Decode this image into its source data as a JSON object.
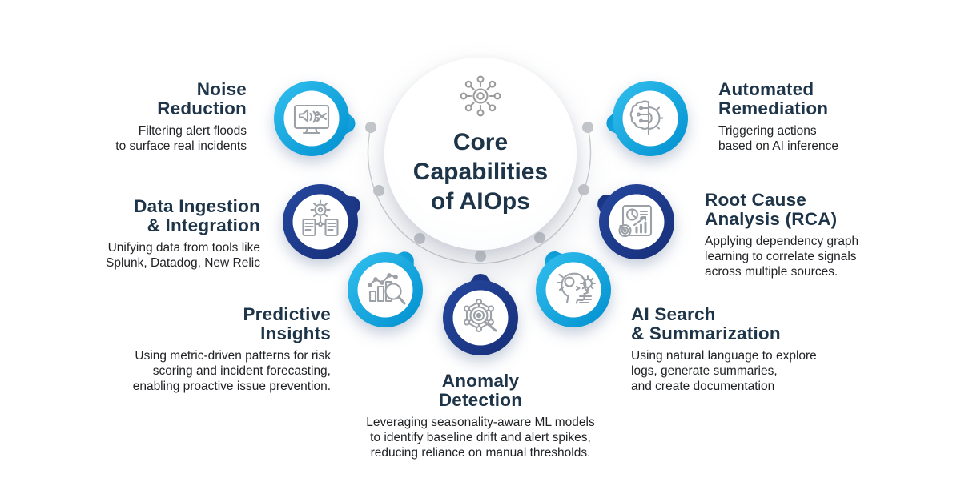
{
  "center": {
    "title": "Core\nCapabilities\nof AIOps",
    "icon": "network-hub-icon"
  },
  "colors": {
    "heading": "#1e3448",
    "body_text": "#1f2124",
    "cyan_light": "#33bfee",
    "cyan_dark": "#0090cf",
    "navy_light": "#26489f",
    "navy_dark": "#162e78",
    "icon_gray": "#9ba1a7",
    "arc_gray": "#cbcdd0",
    "dot_gray": "#c4c7ca"
  },
  "items": [
    {
      "id": "noise-reduction",
      "color": "cyan",
      "icon": "muted-alert-monitor-icon",
      "title": "Noise\nReduction",
      "description": "Filtering alert floods\nto surface real incidents"
    },
    {
      "id": "data-ingestion",
      "color": "navy",
      "icon": "documents-sync-gear-icon",
      "title": "Data Ingestion\n& Integration",
      "description": "Unifying data from tools like\nSplunk, Datadog, New Relic"
    },
    {
      "id": "predictive-insights",
      "color": "cyan",
      "icon": "chart-magnifier-icon",
      "title": "Predictive\nInsights",
      "description": "Using metric-driven patterns for risk\nscoring and incident forecasting,\nenabling proactive issue prevention."
    },
    {
      "id": "anomaly-detection",
      "color": "navy",
      "icon": "network-magnifier-icon",
      "title": "Anomaly\nDetection",
      "description": "Leveraging seasonality-aware ML models\nto identify baseline drift and alert spikes,\nreducing reliance on manual thresholds."
    },
    {
      "id": "ai-search-summarization",
      "color": "cyan",
      "icon": "ai-head-document-icon",
      "title": "AI Search\n& Summarization",
      "description": "Using natural language to explore\nlogs, generate summaries,\nand create documentation"
    },
    {
      "id": "root-cause-analysis",
      "color": "navy",
      "icon": "analytics-report-icon",
      "title": "Root Cause\nAnalysis (RCA)",
      "description": "Applying dependency graph\nlearning to correlate signals\nacross multiple sources."
    },
    {
      "id": "automated-remediation",
      "color": "cyan",
      "icon": "brain-gear-icon",
      "title": "Automated\nRemediation",
      "description": "Triggering actions\nbased on AI inference"
    }
  ]
}
